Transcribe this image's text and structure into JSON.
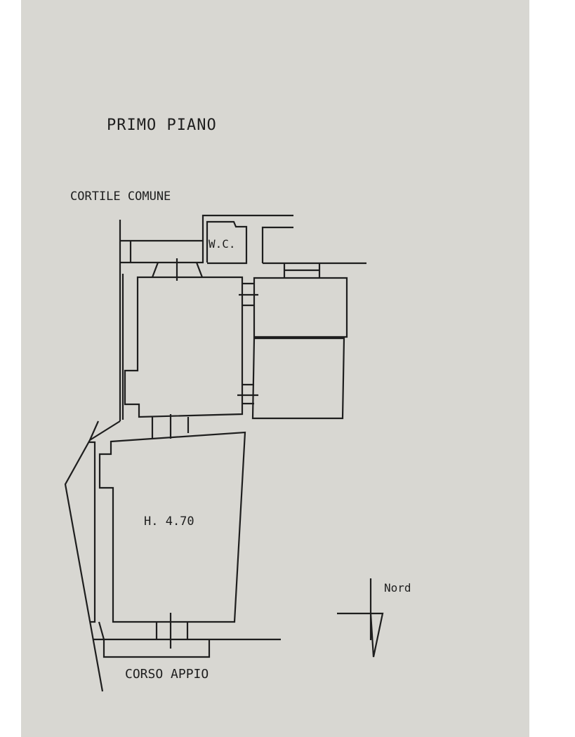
{
  "title": "PRIMO PIANO",
  "labels": {
    "courtyard": "CORTILE COMUNE",
    "wc": "W.C.",
    "room_height": "H. 4.70",
    "street": "CORSO APPIO",
    "north": "Nord"
  }
}
